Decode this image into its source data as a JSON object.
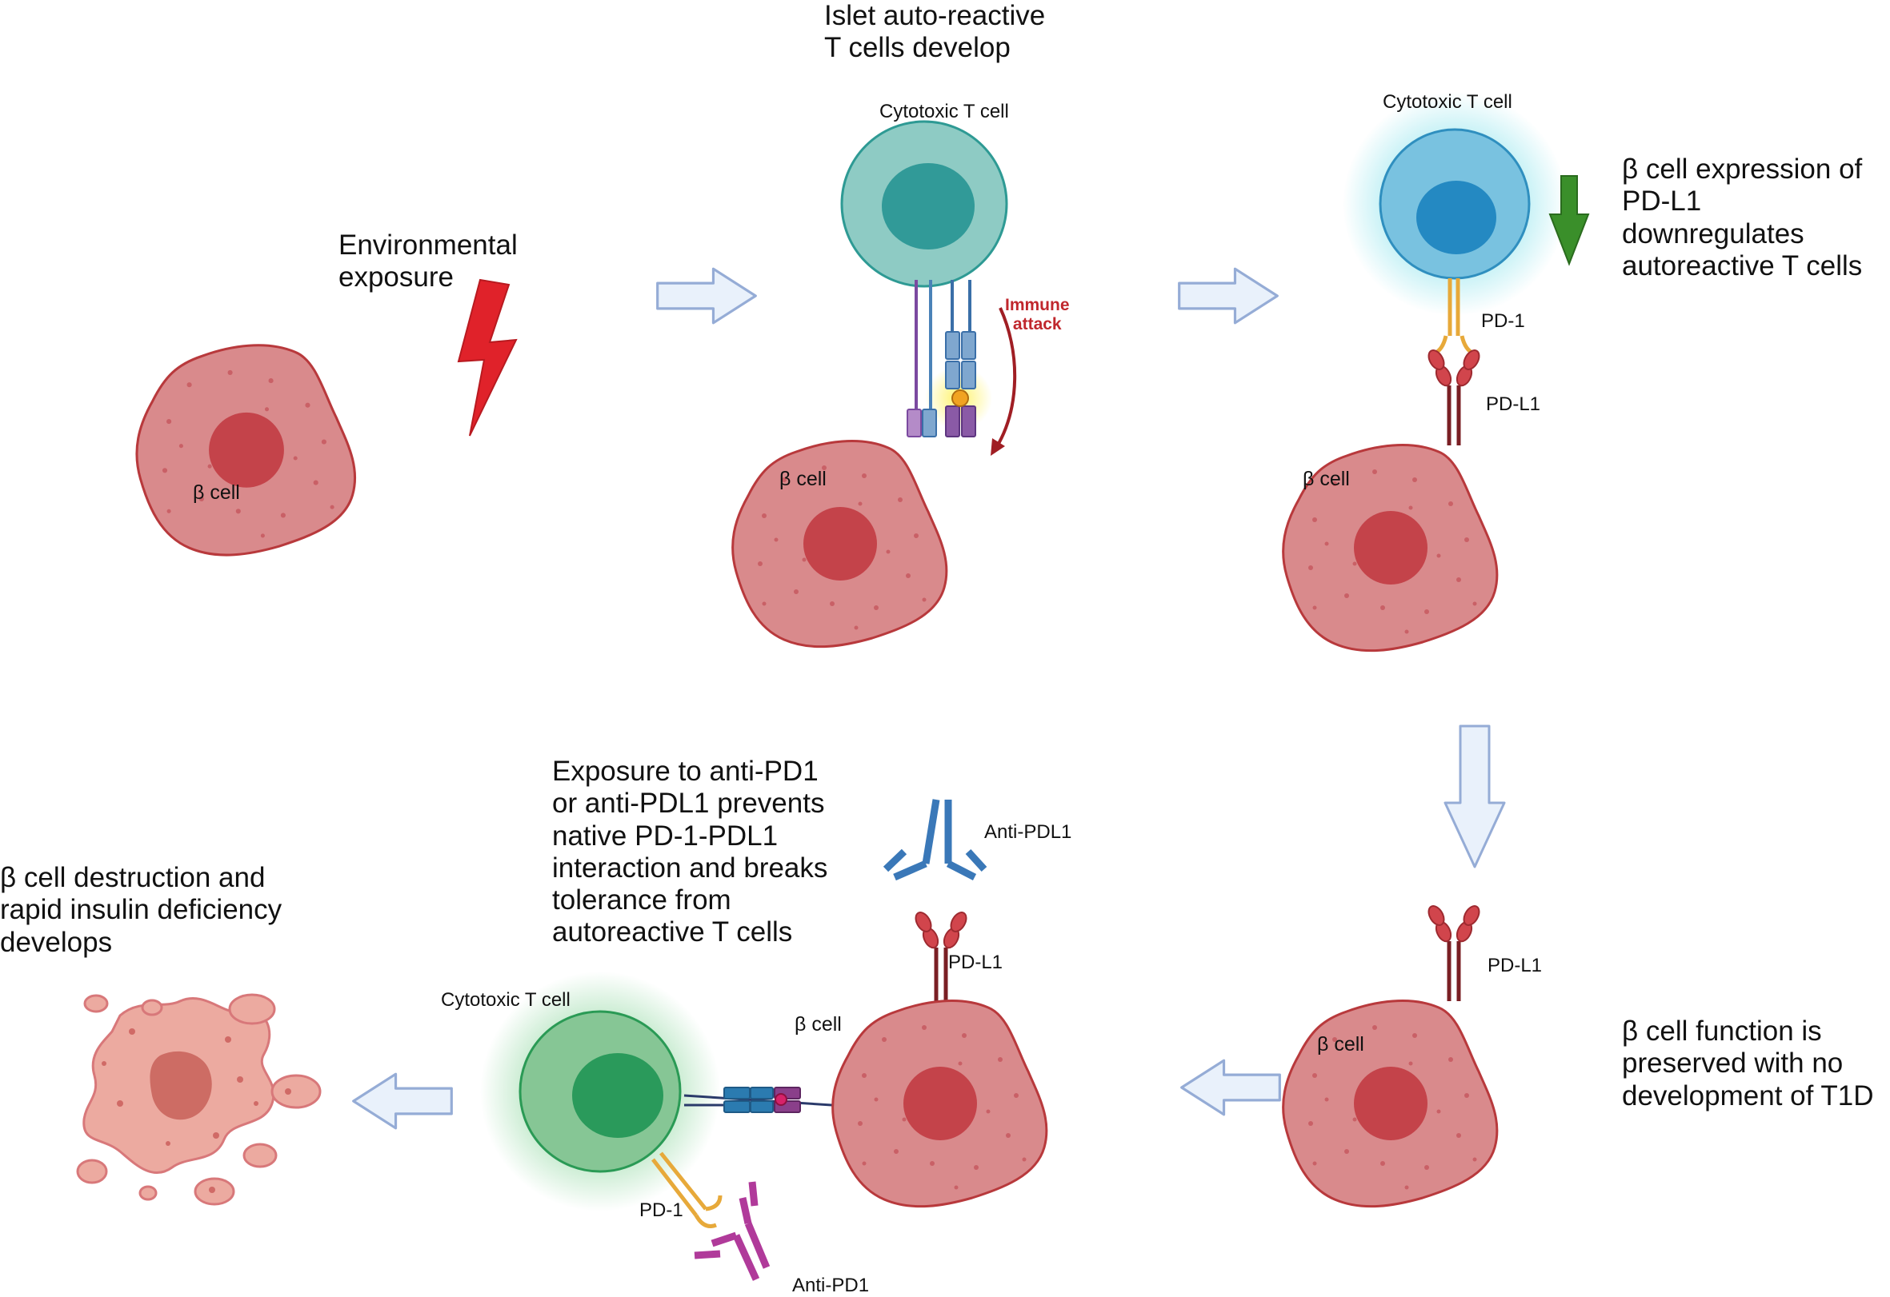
{
  "panels": {
    "p1": {
      "caption": [
        "Environmental",
        "exposure"
      ],
      "beta_label": "β cell"
    },
    "p2": {
      "caption": [
        "Islet auto-reactive",
        "T cells develop"
      ],
      "tcell_label": "Cytotoxic T cell",
      "attack_label": [
        "Immune",
        "attack"
      ],
      "beta_label": "β cell"
    },
    "p3": {
      "tcell_label": "Cytotoxic T cell",
      "caption": [
        "β cell expression of",
        "PD-L1",
        "downregulates",
        "autoreactive T cells"
      ],
      "pd1_label": "PD-1",
      "pdl1_label": "PD-L1",
      "beta_label": "β cell"
    },
    "p4": {
      "pdl1_label": "PD-L1",
      "beta_label": "β cell",
      "caption": [
        "β cell function is",
        "preserved with no",
        "development of T1D"
      ]
    },
    "p5": {
      "caption": [
        "Exposure to anti-PD1",
        "or anti-PDL1 prevents",
        "native PD-1-PDL1",
        "interaction and breaks",
        "tolerance from",
        "autoreactive T cells"
      ],
      "anti_pdl1_label": "Anti-PDL1",
      "pdl1_label": "PD-L1",
      "beta_label": "β cell",
      "tcell_label": "Cytotoxic T cell",
      "pd1_label": "PD-1",
      "anti_pd1_label": "Anti-PD1"
    },
    "p6": {
      "caption": [
        "β cell destruction and",
        "rapid insulin deficiency",
        "develops"
      ]
    }
  },
  "colors": {
    "beta_cell_fill": "#d98a8c",
    "beta_cell_stroke": "#b8393c",
    "nucleus": "#c4434a",
    "tcell_teal": "#8ecbc4",
    "tcell_blue": "#79c2e0",
    "tcell_green": "#86c695",
    "arrow_fill": "#e9f1fb",
    "arrow_stroke": "#95acd6",
    "lightning": "#e0222a",
    "down_arrow": "#3a8f2a"
  }
}
